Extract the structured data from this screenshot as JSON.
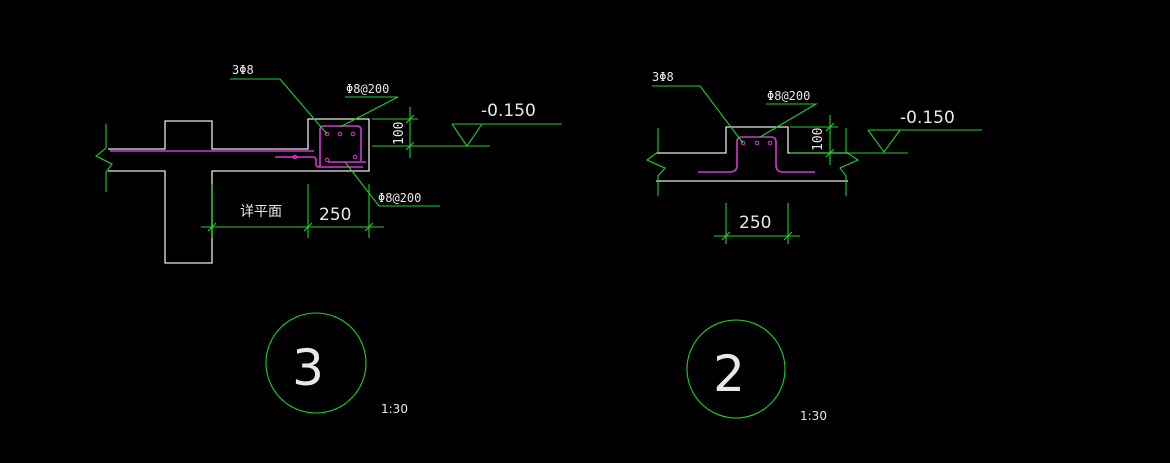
{
  "colors": {
    "background": "#000000",
    "outline": "#e6e6e6",
    "annotation": "#22d02a",
    "rebar": "#d43ad4"
  },
  "detail3": {
    "top_bars": "3Φ8",
    "stirrup_top": "Φ8@200",
    "stirrup_bottom": "Φ8@200",
    "height_dim": "100",
    "elevation": "-0.150",
    "ref_note": "详平面",
    "width_dim": "250",
    "number": "3",
    "scale": "1:30"
  },
  "detail2": {
    "top_bars": "3Φ8",
    "stirrup": "Φ8@200",
    "height_dim": "100",
    "elevation": "-0.150",
    "width_dim": "250",
    "number": "2",
    "scale": "1:30"
  }
}
